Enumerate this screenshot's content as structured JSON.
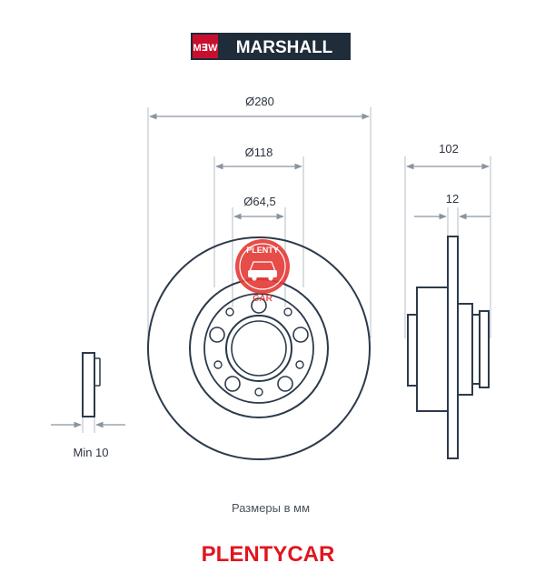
{
  "brand": {
    "logo_mark": "M∃W",
    "name": "MARSHALL",
    "color": "#1f2c3a",
    "accent": "#c8102e"
  },
  "dimensions": {
    "outer_diameter": "Ø280",
    "hub_diameter": "Ø118",
    "center_bore": "Ø64,5",
    "total_height": "102",
    "disc_thickness": "12",
    "min_thickness": "Min 10"
  },
  "caption": "Размеры в мм",
  "watermark": {
    "top_text": "PLENTY",
    "bottom_text": "CAR",
    "color": "#e53935",
    "icon": "car-icon"
  },
  "footer": {
    "text": "PLENTYCAR",
    "color": "#e0161f"
  }
}
